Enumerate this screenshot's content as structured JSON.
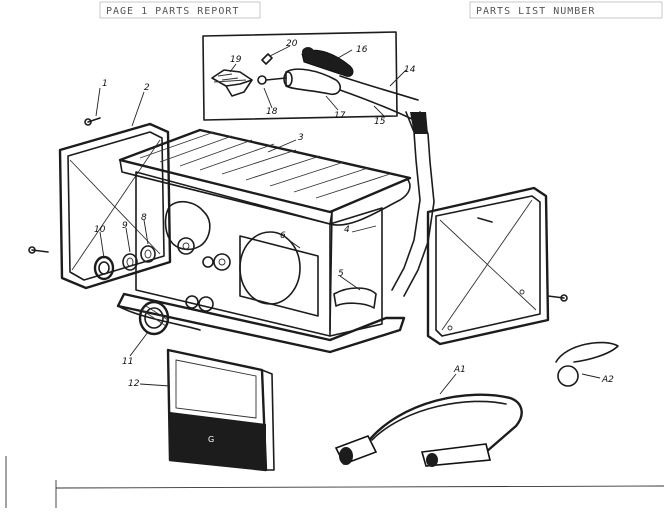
{
  "header": {
    "left_text": "PAGE 1 PARTS REPORT",
    "right_text": "PARTS LIST NUMBER"
  },
  "callouts": {
    "p1": "1",
    "p2": "2",
    "p3": "3",
    "p4": "4",
    "p5": "5",
    "p6": "6",
    "p8": "8",
    "p9": "9",
    "p10": "10",
    "p11": "11",
    "p12": "12",
    "p14": "14",
    "p15": "15",
    "p16": "16",
    "p17": "17",
    "p18": "18",
    "p19": "19",
    "p20": "20",
    "a1": "A1",
    "a2": "A2"
  },
  "meter_face_text": "G"
}
